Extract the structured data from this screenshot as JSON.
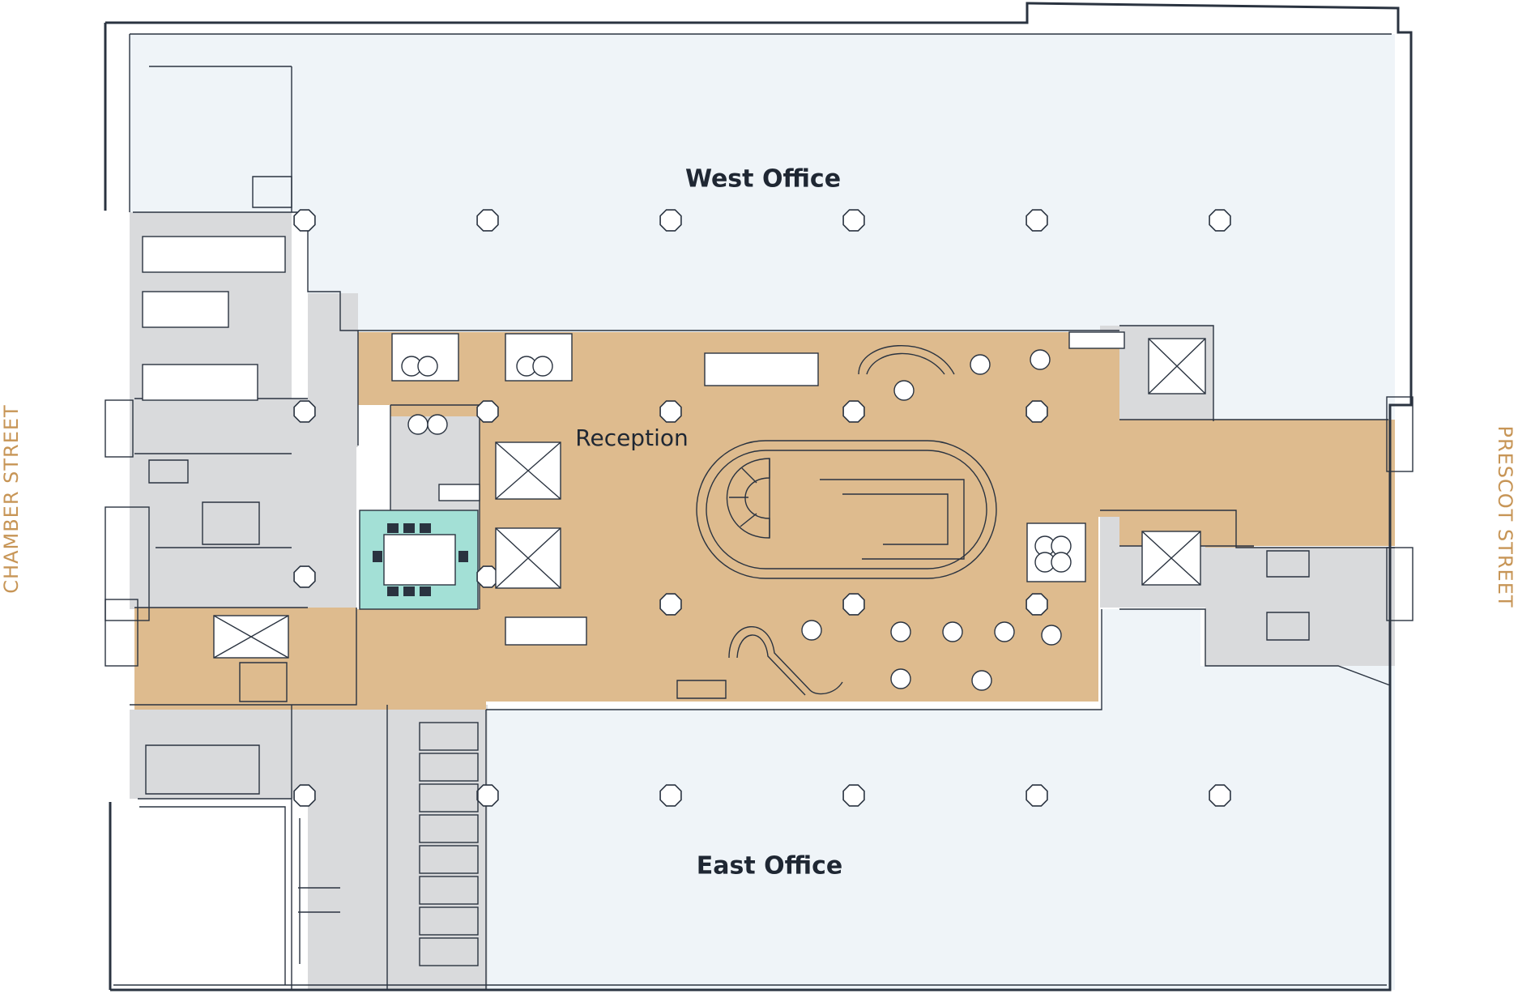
{
  "plan": {
    "rooms": {
      "west_office": "West Office",
      "east_office": "East Office",
      "reception": "Reception"
    },
    "streets": {
      "left": "CHAMBER STREET",
      "right": "PRESCOT STREET"
    },
    "colors": {
      "office": "#eff4f8",
      "circulation": "#debb8e",
      "service": "#d9dadc",
      "meeting_room": "#a3e0d6",
      "street_text": "#c79556",
      "line": "#2a3340"
    }
  }
}
